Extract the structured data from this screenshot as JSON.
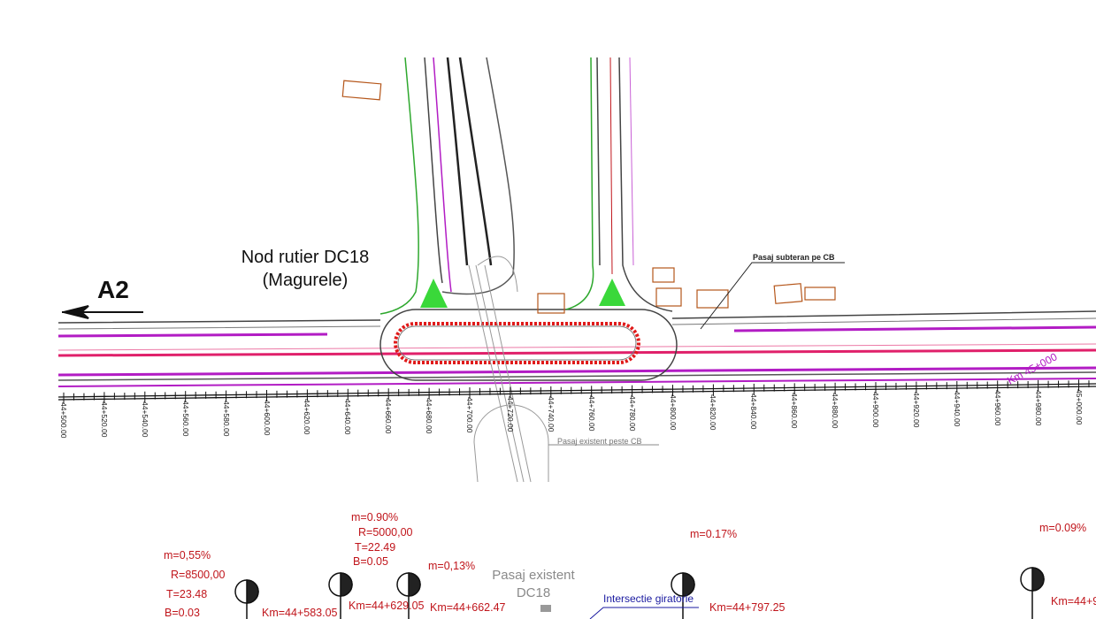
{
  "drawing": {
    "title_line1": "Nod rutier DC18",
    "title_line2": "(Magurele)",
    "direction_label": "A2",
    "callout_underpass": "Pasaj subteran pe CB",
    "callout_existing_overpass": "Pasaj existent peste CB",
    "km_marker": "Km 45+000",
    "chainage_labels": [
      "44+500.00",
      "44+520.00",
      "44+540.00",
      "44+560.00",
      "44+580.00",
      "44+600.00",
      "44+620.00",
      "44+640.00",
      "44+660.00",
      "44+680.00",
      "44+700.00",
      "44+720.00",
      "44+740.00",
      "44+760.00",
      "44+780.00",
      "44+800.00",
      "44+820.00",
      "44+840.00",
      "44+860.00",
      "44+880.00",
      "44+900.00",
      "44+920.00",
      "44+940.00",
      "44+960.00",
      "44+980.00",
      "45+000.00"
    ],
    "colors": {
      "road_axis": "#e0206a",
      "edge": "#a21cb8",
      "roundabout": "#e01a1a",
      "green": "#22c422",
      "building": "#b5561a",
      "annotation": "#c0151b"
    }
  },
  "profile": {
    "existing_overpass_line1": "Pasaj existent",
    "existing_overpass_line2": "DC18",
    "intersection_label": "Intersectie giratorie",
    "vertices": [
      {
        "m": "m=0,55%",
        "R": "R=8500,00",
        "T": "T=23.48",
        "B": "B=0.03",
        "km": "Km=44+583.05"
      },
      {
        "m": "m=0.90%",
        "R": "R=5000,00",
        "T": "T=22.49",
        "B": "B=0.05",
        "km": "Km=44+629.05"
      },
      {
        "m": "m=0,13%",
        "km": "Km=44+662.47"
      },
      {
        "m": "m=0.17%",
        "km": "Km=44+797.25"
      },
      {
        "m": "m=0.09%",
        "km": "Km=44+9"
      }
    ]
  }
}
